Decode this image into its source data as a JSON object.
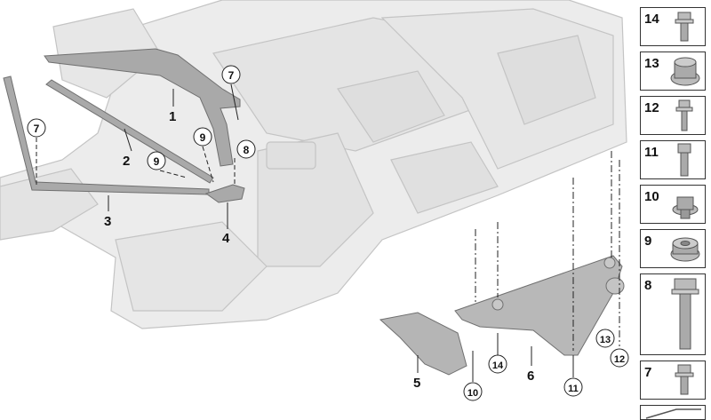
{
  "diagram": {
    "callouts": [
      {
        "id": "c1",
        "label": "1",
        "circled": false
      },
      {
        "id": "c2",
        "label": "2",
        "circled": false
      },
      {
        "id": "c3",
        "label": "3",
        "circled": false
      },
      {
        "id": "c4",
        "label": "4",
        "circled": false
      },
      {
        "id": "c5",
        "label": "5",
        "circled": false
      },
      {
        "id": "c6",
        "label": "6",
        "circled": false
      },
      {
        "id": "c7a",
        "label": "7",
        "circled": true
      },
      {
        "id": "c7b",
        "label": "7",
        "circled": true
      },
      {
        "id": "c8",
        "label": "8",
        "circled": true
      },
      {
        "id": "c9a",
        "label": "9",
        "circled": true
      },
      {
        "id": "c9b",
        "label": "9",
        "circled": true
      },
      {
        "id": "c10",
        "label": "10",
        "circled": true
      },
      {
        "id": "c11",
        "label": "11",
        "circled": true
      },
      {
        "id": "c12",
        "label": "12",
        "circled": true
      },
      {
        "id": "c13",
        "label": "13",
        "circled": true
      },
      {
        "id": "c14",
        "label": "14",
        "circled": true
      }
    ]
  },
  "sidebar": {
    "parts": [
      {
        "number": "14",
        "icon": "flange-bolt-short-icon"
      },
      {
        "number": "13",
        "icon": "nut-tall-icon"
      },
      {
        "number": "12",
        "icon": "flange-bolt-icon"
      },
      {
        "number": "11",
        "icon": "hex-bolt-icon"
      },
      {
        "number": "10",
        "icon": "collar-nut-icon"
      },
      {
        "number": "9",
        "icon": "hex-nut-icon"
      },
      {
        "number": "8",
        "icon": "long-hex-bolt-icon"
      },
      {
        "number": "7",
        "icon": "flange-bolt-small-icon"
      }
    ]
  },
  "colors": {
    "body_fill": "#ececec",
    "body_stroke": "#c4c4c4",
    "part_fill": "#a9a9a9",
    "part_stroke": "#707070",
    "callout": "#111111"
  }
}
